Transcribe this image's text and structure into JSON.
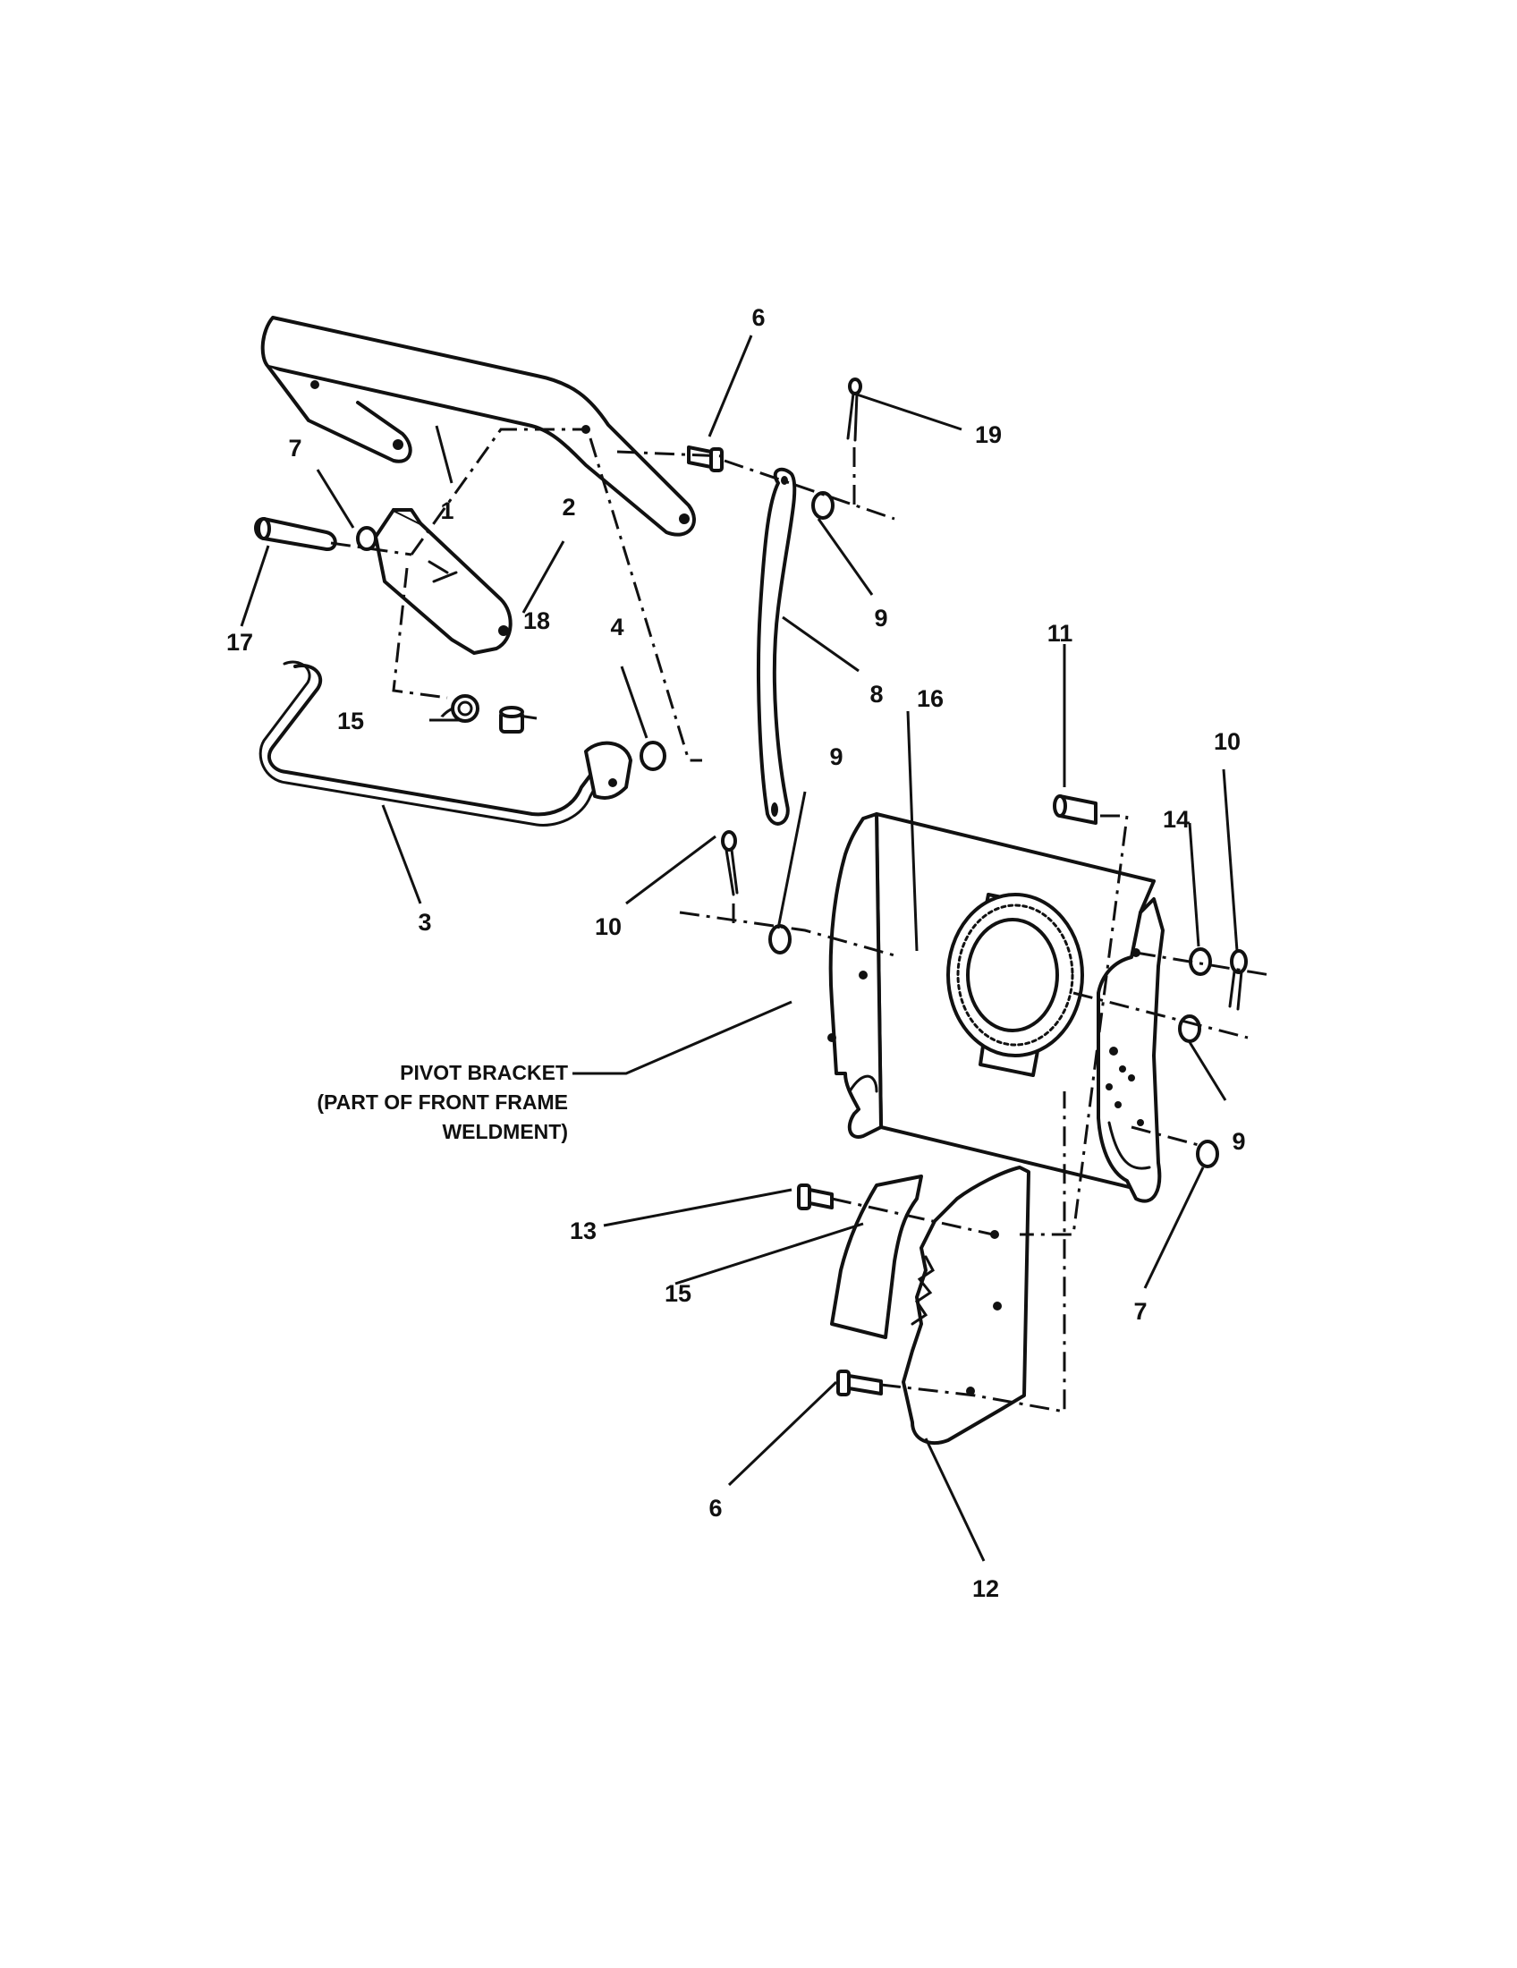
{
  "callouts": {
    "c1": "1",
    "c2": "2",
    "c3": "3",
    "c4": "4",
    "c6_top": "6",
    "c6_bottom": "6",
    "c7_left": "7",
    "c7_right": "7",
    "c8": "8",
    "c9_top": "9",
    "c9_mid": "9",
    "c9_right": "9",
    "c10_left": "10",
    "c10_right": "10",
    "c11": "11",
    "c12": "12",
    "c13": "13",
    "c14": "14",
    "c15_left": "15",
    "c15_bottom": "15",
    "c16": "16",
    "c17": "17",
    "c18": "18",
    "c19": "19"
  },
  "note": {
    "line1": "PIVOT BRACKET",
    "line2": "(PART OF FRONT FRAME",
    "line3": "WELDMENT)"
  }
}
